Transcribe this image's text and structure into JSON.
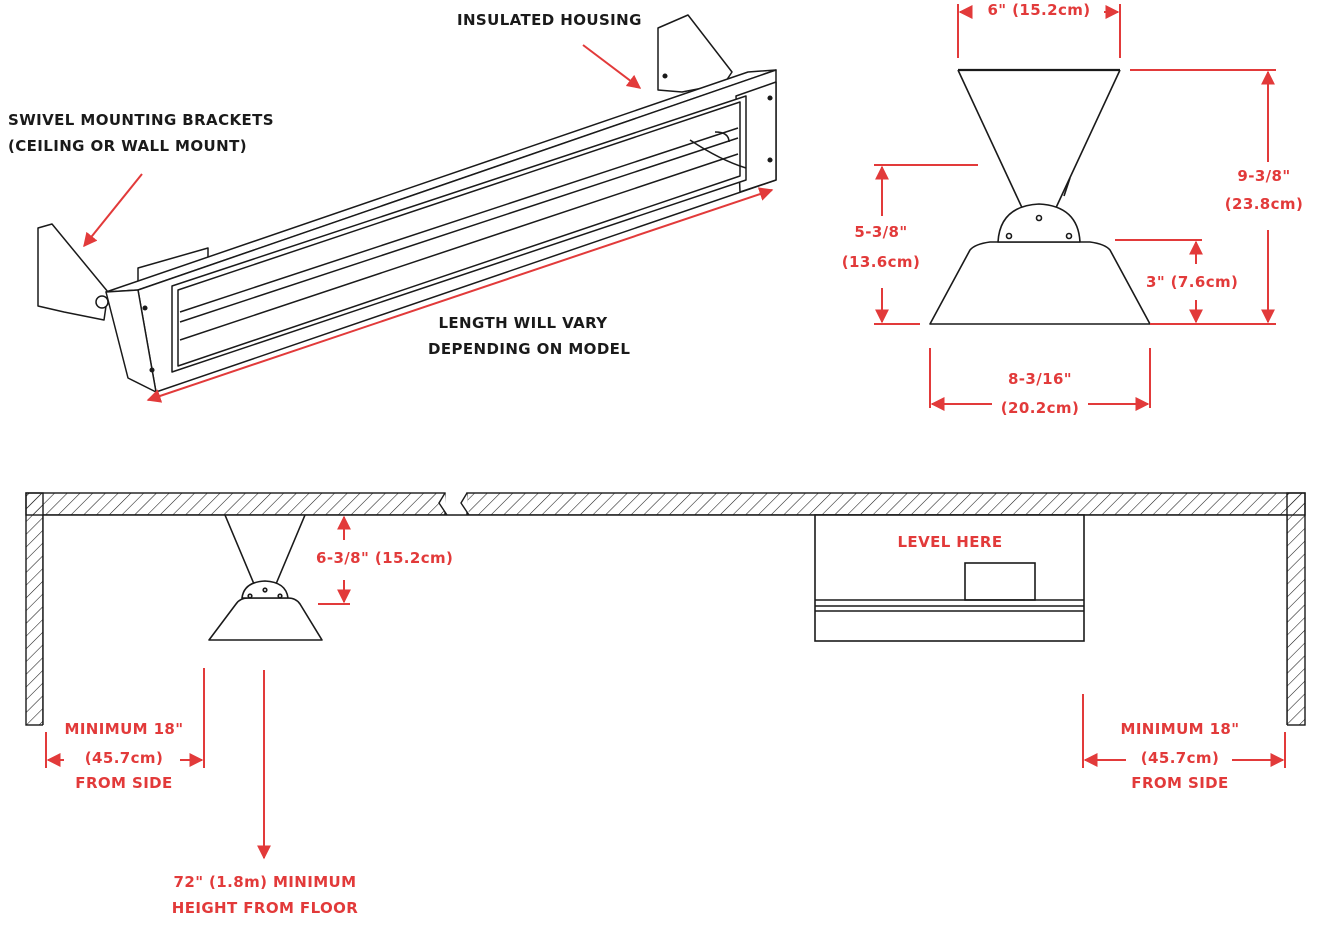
{
  "colors": {
    "accent": "#e23a3a",
    "ink": "#1a1a1a"
  },
  "labels": {
    "insulated_housing": "INSULATED HOUSING",
    "swivel_line1": "SWIVEL MOUNTING BRACKETS",
    "swivel_line2": "(CEILING OR WALL MOUNT)",
    "length_line1": "LENGTH WILL VARY",
    "length_line2": "DEPENDING ON MODEL",
    "level_here": "LEVEL HERE"
  },
  "dims": {
    "top_width": "6\" (15.2cm)",
    "total_height_a": "9-3/8\"",
    "total_height_b": "(23.8cm)",
    "bracket_height_a": "5-3/8\"",
    "bracket_height_b": "(13.6cm)",
    "body_height": "3\" (7.6cm)",
    "body_width_a": "8-3/16\"",
    "body_width_b": "(20.2cm)",
    "drop": "6-3/8\" (15.2cm)",
    "side_left_a": "MINIMUM 18\"",
    "side_left_b": "(45.7cm)",
    "side_left_c": "FROM SIDE",
    "side_right_a": "MINIMUM 18\"",
    "side_right_b": "(45.7cm)",
    "side_right_c": "FROM SIDE",
    "floor_a": "72\" (1.8m) MINIMUM",
    "floor_b": "HEIGHT FROM FLOOR"
  }
}
